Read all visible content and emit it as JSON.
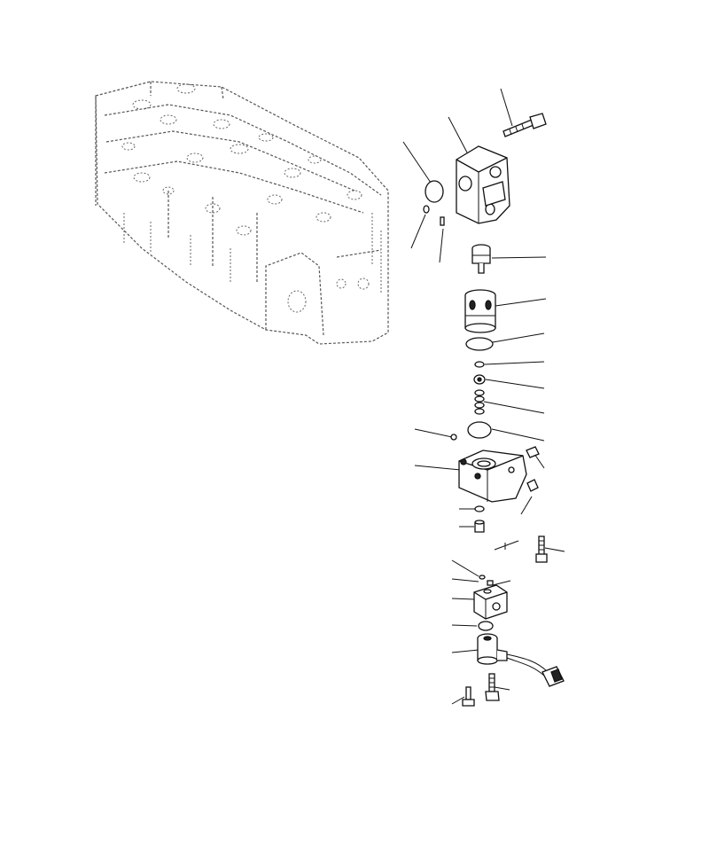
{
  "diagram": {
    "kind": "exploded parts view",
    "background_engine": "engine-block-outline",
    "parts": [
      "bolt",
      "valve-housing",
      "o-ring-large",
      "o-ring-small",
      "dowel-pin",
      "spool",
      "sleeve",
      "o-ring",
      "ball",
      "seat",
      "spring",
      "plug",
      "plug-small",
      "valve-body",
      "fitting-elbow",
      "fitting-small",
      "washer",
      "nut",
      "bolt-long",
      "pin",
      "plug-2",
      "adapter-block",
      "o-ring-2",
      "solenoid",
      "wire-harness",
      "connector",
      "screw",
      "bolt-short"
    ]
  }
}
